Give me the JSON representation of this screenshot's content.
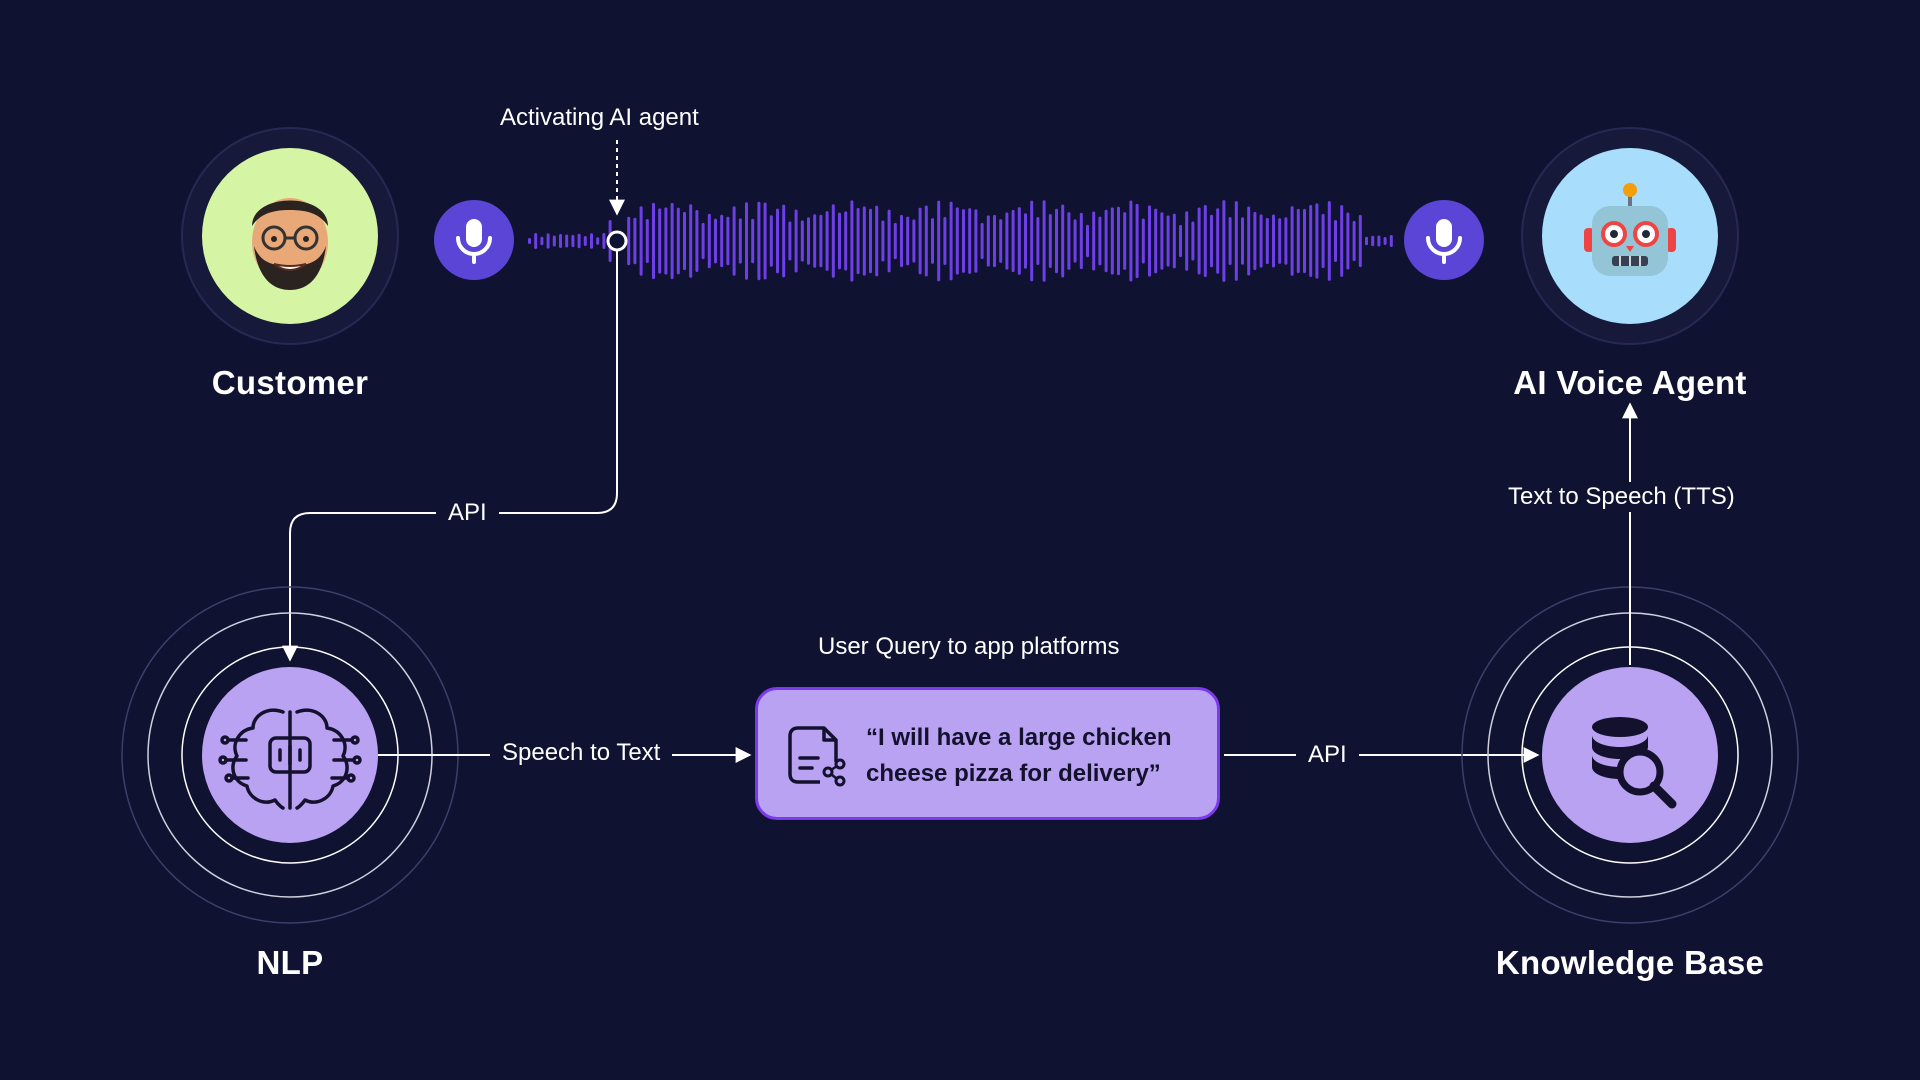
{
  "nodes": {
    "customer": {
      "label": "Customer"
    },
    "agent": {
      "label": "AI Voice Agent"
    },
    "nlp": {
      "label": "NLP"
    },
    "kb": {
      "label": "Knowledge Base"
    }
  },
  "flows": {
    "activate": "Activating AI agent",
    "api_left": "API",
    "speech_to_text": "Speech to Text",
    "api_right": "API",
    "tts": "Text to Speech (TTS)",
    "query_title": "User Query to app platforms"
  },
  "query": {
    "text": "“I will have a large chicken cheese pizza for delivery”"
  },
  "colors": {
    "background": "#0f1230",
    "wave": "#6d3fe6",
    "mic": "#5b45d6",
    "customer_circle": "#d6f5a4",
    "agent_circle": "#a8defc",
    "node_purple": "#b9a2f2",
    "box_border": "#7c3aed"
  },
  "icons": {
    "mic_left": "microphone-icon",
    "mic_right": "microphone-icon",
    "customer": "man-avatar-emoji",
    "agent": "robot-emoji",
    "nlp": "brain-circuit-icon",
    "kb": "database-search-icon",
    "query": "document-share-icon"
  }
}
